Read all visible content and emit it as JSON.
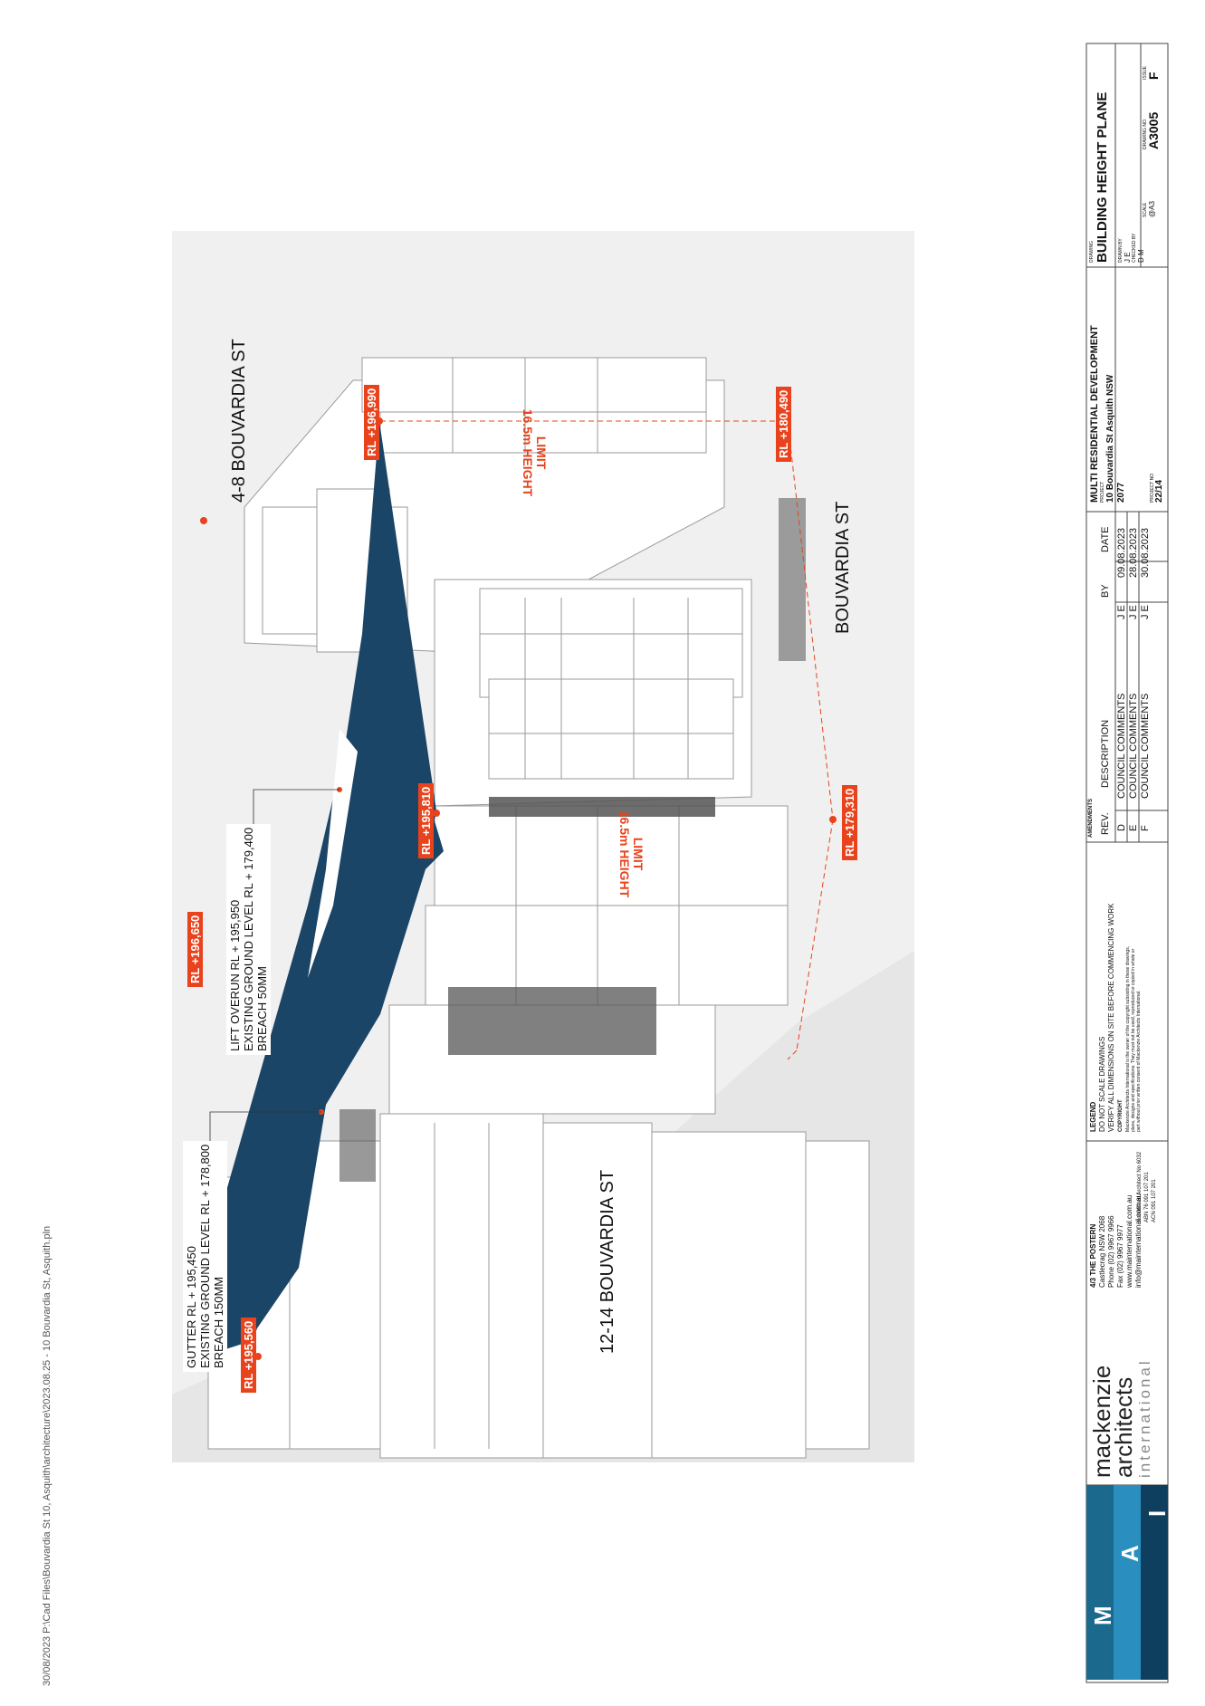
{
  "file_path": "30/08/2023 P:\\Cad Files\\Bouvardia St 10, Asquith\\architecture\\2023.08.25 - 10 Bouvardia St, Asquith.pln",
  "drawing": {
    "street_labels": {
      "north_neighbour": "4-8 BOUVARDIA ST",
      "street": "BOUVARDIA ST",
      "south_neighbour": "12-14 BOUVARDIA ST"
    },
    "height_limit_label": [
      "16.5m HEIGHT",
      "LIMIT"
    ],
    "rl_points": [
      {
        "label": "RL +196,990"
      },
      {
        "label": "RL +180,490"
      },
      {
        "label": "RL +195,810"
      },
      {
        "label": "RL +179,310"
      },
      {
        "label": "RL +196,650"
      },
      {
        "label": "RL +195,560"
      }
    ],
    "callouts": {
      "lift": [
        "LIFT OVERUN  RL  + 195,950",
        "EXISTING GROUND LEVEL RL + 179,400",
        "BREACH 50MM"
      ],
      "gutter": [
        "GUTTER  RL  + 195,450",
        "EXISTING GROUND LEVEL RL + 178,800",
        "BREACH 150MM"
      ]
    },
    "accent_color": "#e8431c",
    "plane_color": "#1b4566"
  },
  "title_block": {
    "firm": {
      "logo_letters": [
        "M",
        "A",
        "I"
      ],
      "name": [
        "mackenzie",
        "architects",
        "international"
      ],
      "address": [
        "4/3 THE POSTERN",
        "Castlecrag NSW 2068",
        "Phone (02) 9967 9966",
        "Fax (02) 9967 9977",
        "www.mainternational.com.au",
        "info@mainternational.com.au"
      ],
      "registration": [
        "Nominated Architect No 6032",
        "ABN 76 091 107 201",
        "ACN 091 107 201"
      ]
    },
    "legend": {
      "heading": "LEGEND",
      "lines": [
        "DO NOT SCALE DRAWINGS",
        "VERIFY ALL DIMENSIONS ON SITE BEFORE COMMENCING WORK"
      ],
      "copyright_heading": "COPYRIGHT",
      "copyright_lines": [
        "Mackenzie Architects International is the owner of the copyright subsisting in these drawings,",
        "plans, designs and specifications. They must not be used, reproduced or copied in whole or",
        "part without prior written consent of Mackenzie Architects International."
      ]
    },
    "amendments": {
      "heading": "AMENDMENTS",
      "columns": [
        "REV.",
        "DESCRIPTION",
        "BY",
        "DATE"
      ],
      "rows": [
        [
          "D",
          "COUNCIL COMMENTS",
          "J E",
          "09.08.2023"
        ],
        [
          "E",
          "COUNCIL COMMENTS",
          "J E",
          "28.08.2023"
        ],
        [
          "F",
          "COUNCIL COMMENTS",
          "J E",
          "30.08.2023"
        ]
      ]
    },
    "project": {
      "title": "MULTI RESIDENTIAL DEVELOPMENT",
      "project_label": "PROJECT",
      "address": "10 Bouvardia St Asquith NSW",
      "postcode": "2077",
      "project_no_label": "PROJECT NO",
      "project_no": "22/14"
    },
    "drawing_info": {
      "drawing_label": "DRAWING",
      "drawing_title": "BUILDING HEIGHT PLANE",
      "drawn_by_label": "DRAWN BY",
      "drawn_by": "J E",
      "checked_by_label": "CHECKED BY",
      "checked_by": "D M",
      "scale_label": "SCALE",
      "scale": "@A3",
      "drawing_no_label": "DRAWING NO.",
      "drawing_no": "A3005",
      "issue_label": "ISSUE",
      "issue": "F"
    }
  }
}
